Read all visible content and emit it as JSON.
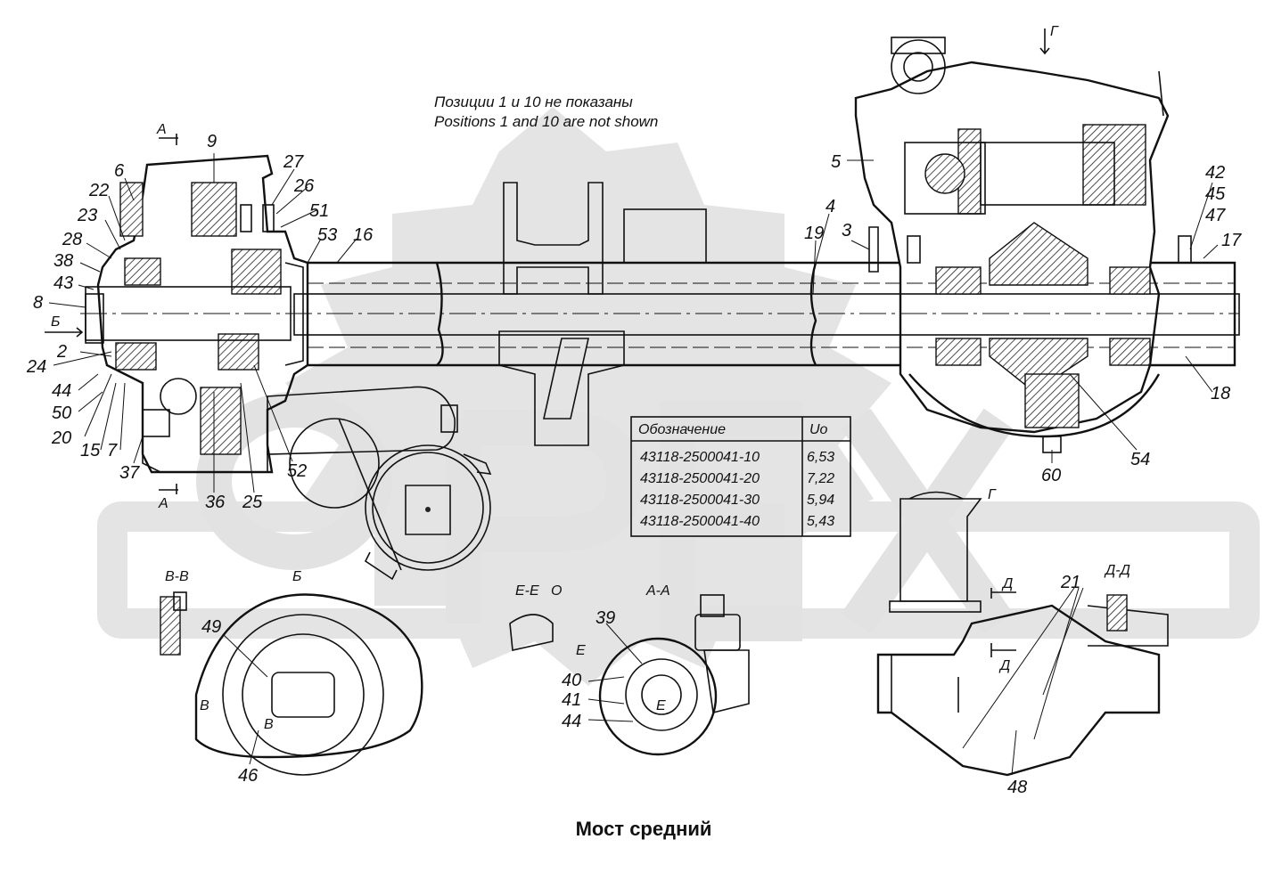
{
  "title": "Мост средний",
  "note": {
    "ru": "Позиции 1 и 10 не показаны",
    "en": "Positions 1 and 10 are not shown"
  },
  "table": {
    "headers": [
      "Обозначение",
      "Uo"
    ],
    "rows": [
      [
        "43118-2500041-10",
        "6,53"
      ],
      [
        "43118-2500041-20",
        "7,22"
      ],
      [
        "43118-2500041-30",
        "5,94"
      ],
      [
        "43118-2500041-40",
        "5,43"
      ]
    ]
  },
  "callouts": [
    "6",
    "9",
    "27",
    "26",
    "51",
    "53",
    "16",
    "22",
    "23",
    "28",
    "38",
    "43",
    "8",
    "2",
    "24",
    "44",
    "50",
    "20",
    "15",
    "7",
    "37",
    "36",
    "25",
    "52",
    "4",
    "19",
    "3",
    "5",
    "42",
    "45",
    "47",
    "17",
    "18",
    "54",
    "60",
    "39",
    "40",
    "41",
    "44",
    "49",
    "46",
    "48",
    "21"
  ],
  "section_marks": {
    "a_top": "А",
    "a_bottom": "А",
    "b_arrow": "Б",
    "g_top": "Г",
    "g_mid": "Г",
    "d_top": "Д",
    "d_bottom": "Д",
    "view_vv": "В-В",
    "view_b": "Б",
    "view_ee": "Е-Е",
    "view_aa": "А-А",
    "view_dd": "Д-Д",
    "v_left": "В",
    "v_right": "В",
    "e_left": "Е",
    "e_center": "Е",
    "ee_mark": "О"
  },
  "watermark": "OPEX"
}
